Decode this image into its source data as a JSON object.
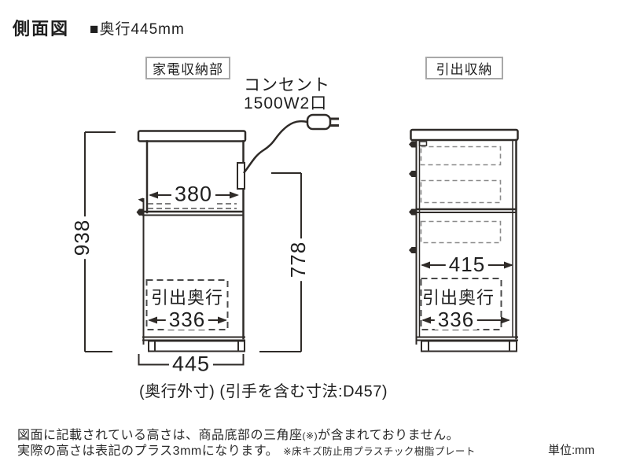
{
  "header": {
    "title": "側面図",
    "subtitle": "■奥行445mm"
  },
  "labels": {
    "appliance_section": "家電収納部",
    "drawer_section": "引出収納",
    "outlet_line1": "コンセント",
    "outlet_line2": "1500W2口"
  },
  "left_diagram": {
    "dim_total_height": "938",
    "dim_inner_width": "380",
    "dim_right_height": "778",
    "drawer_depth_label": "引出奥行",
    "dim_drawer_depth": "336",
    "dim_outer_depth": "445",
    "caption": "(奥行外寸) (引手を含む寸法:D457)"
  },
  "right_diagram": {
    "dim_inner_width": "415",
    "drawer_depth_label": "引出奥行",
    "dim_drawer_depth": "336"
  },
  "footer": {
    "note1_pre": "図面に記載されている高さは、商品底部の三角座",
    "note1_mark": "(※)",
    "note1_post": "が含まれておりません。",
    "note2_main": "実際の高さは表記のプラス3mmになります。",
    "note2_small": "※床キズ防止用プラスチック樹脂プレート",
    "unit": "単位:mm"
  },
  "colors": {
    "line": "#2f2b28",
    "dashed_light": "#8a8a8a",
    "dashed_dark": "#4a4a4a",
    "label_border": "#a8a8a8"
  }
}
